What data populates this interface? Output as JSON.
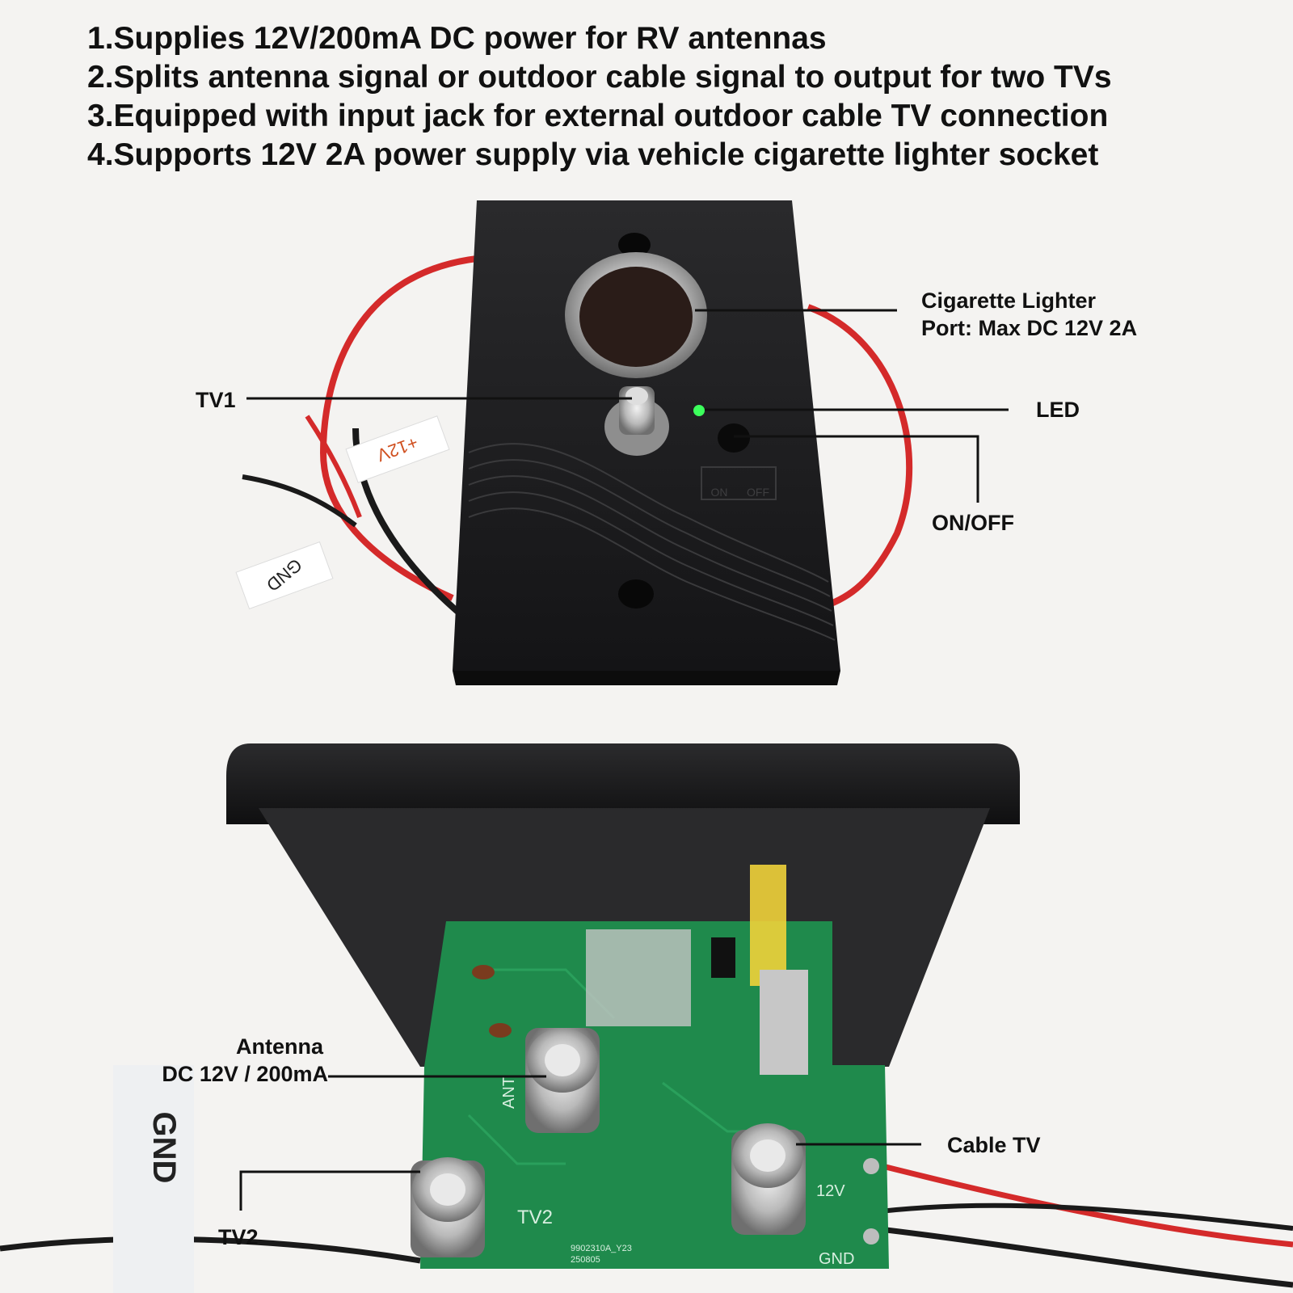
{
  "features": [
    "1.Supplies 12V/200mA DC power for RV antennas",
    "2.Splits antenna signal or outdoor cable signal to output for two TVs",
    "3.Equipped with input jack for external outdoor cable TV connection",
    "4.Supports 12V 2A power supply via vehicle cigarette lighter socket"
  ],
  "callouts": {
    "cigarette_line1": "Cigarette Lighter",
    "cigarette_line2": "Port: Max DC 12V 2A",
    "tv1": "TV1",
    "led": "LED",
    "on_off": "ON/OFF",
    "antenna_line1": "Antenna",
    "antenna_line2": "DC 12V / 200mA",
    "cable_tv": "Cable TV",
    "tv2": "TV2"
  },
  "product_markings": {
    "wire_positive": "+12V",
    "wire_ground": "GND",
    "switch_on": "ON",
    "switch_off": "OFF",
    "pcb_ant": "ANT",
    "pcb_tv2": "TV2",
    "pcb_gnd": "GND",
    "pcb_12v": "12V",
    "pcb_code": "9902310A_Y23",
    "pcb_date": "250805"
  },
  "colors": {
    "background": "#f4f3f1",
    "plate": "#1c1c1e",
    "wire_red": "#d42a2a",
    "pcb": "#1f8a4c",
    "led_green": "#3cff5c"
  }
}
